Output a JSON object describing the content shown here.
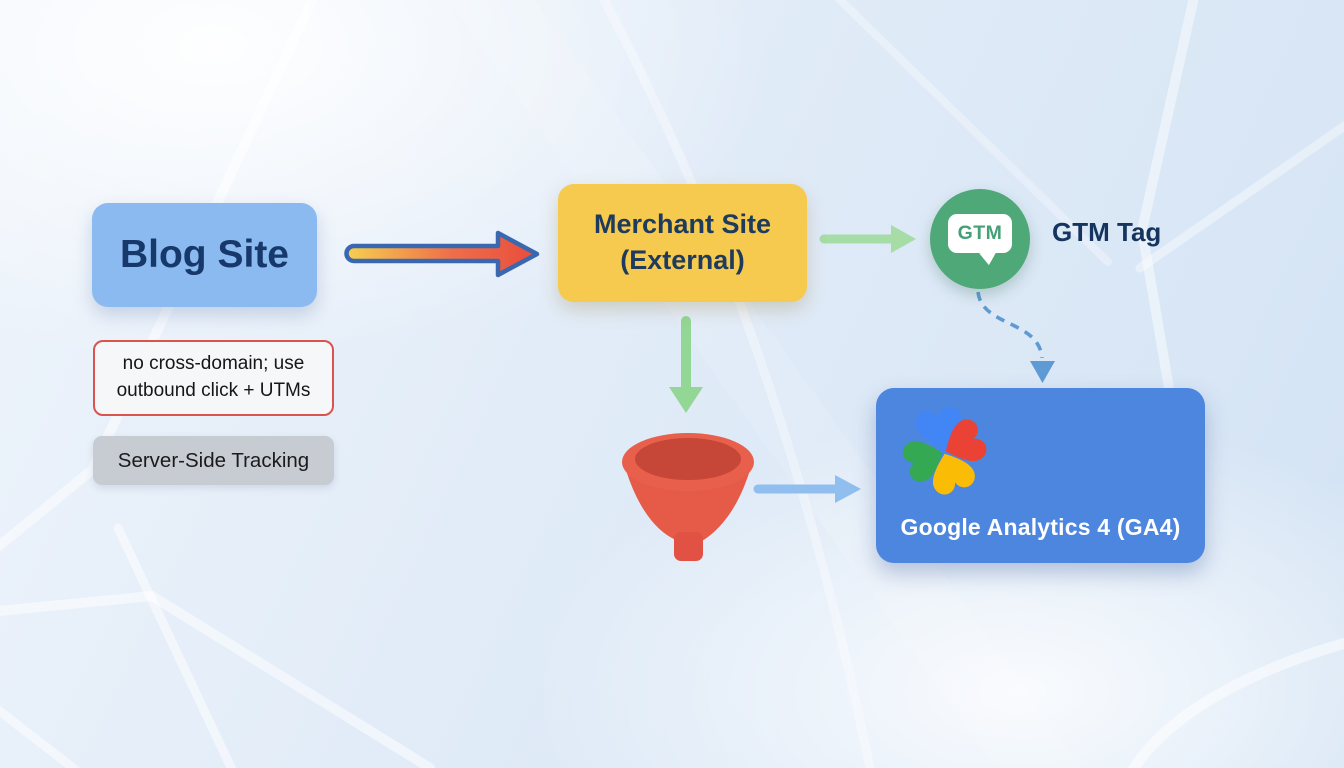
{
  "diagram": {
    "title_context": "blog-to-merchant tracking flow",
    "nodes": {
      "blog_site": {
        "label": "Blog Site",
        "color": "#8ABAF0",
        "text_color": "#17386B"
      },
      "merchant_site": {
        "line1": "Merchant Site",
        "line2": "(External)",
        "color": "#F6C94F",
        "text_color": "#1E3A5C"
      },
      "gtm": {
        "badge_text": "GTM",
        "label": "GTM Tag",
        "circle_color": "#4EA878",
        "label_color": "#16355E"
      },
      "ga4": {
        "label": "Google Analytics 4 (GA4)",
        "color": "#4C86DF",
        "text_color": "#FFFFFF"
      }
    },
    "annotations": {
      "cross_domain_note": {
        "line1": "no cross-domain; use",
        "line2": "outbound click + UTMs",
        "border_color": "#D9534F",
        "fill": "#F7F7F8"
      },
      "server_side_badge": {
        "label": "Server-Side Tracking",
        "fill": "#C7CCD3"
      }
    },
    "icons": {
      "funnel_icon": {
        "rim_color": "#E8604C",
        "inner_color": "#C64638",
        "body_color": "#E55B48"
      },
      "gtm_badge_icon": {
        "bubble_color": "#FFFFFF",
        "text_color": "#45A076"
      },
      "ga4_logo_icon": {
        "blue": "#4285F4",
        "red": "#EA4335",
        "yellow": "#FBBC05",
        "green": "#34A853"
      }
    },
    "arrows": {
      "blog_to_merchant": {
        "style": "gradient-solid",
        "gradient": [
          "#F6D050",
          "#EE6F4A",
          "#E94C3C"
        ],
        "outline": "#3A68B0"
      },
      "merchant_to_gtm": {
        "style": "solid",
        "color": "#A6DCA6"
      },
      "merchant_to_funnel": {
        "style": "solid",
        "color": "#92D795"
      },
      "funnel_to_ga4": {
        "style": "solid",
        "color": "#8FBEEF"
      },
      "gtm_to_ga4": {
        "style": "dashed",
        "color": "#5E9AD3"
      }
    }
  }
}
